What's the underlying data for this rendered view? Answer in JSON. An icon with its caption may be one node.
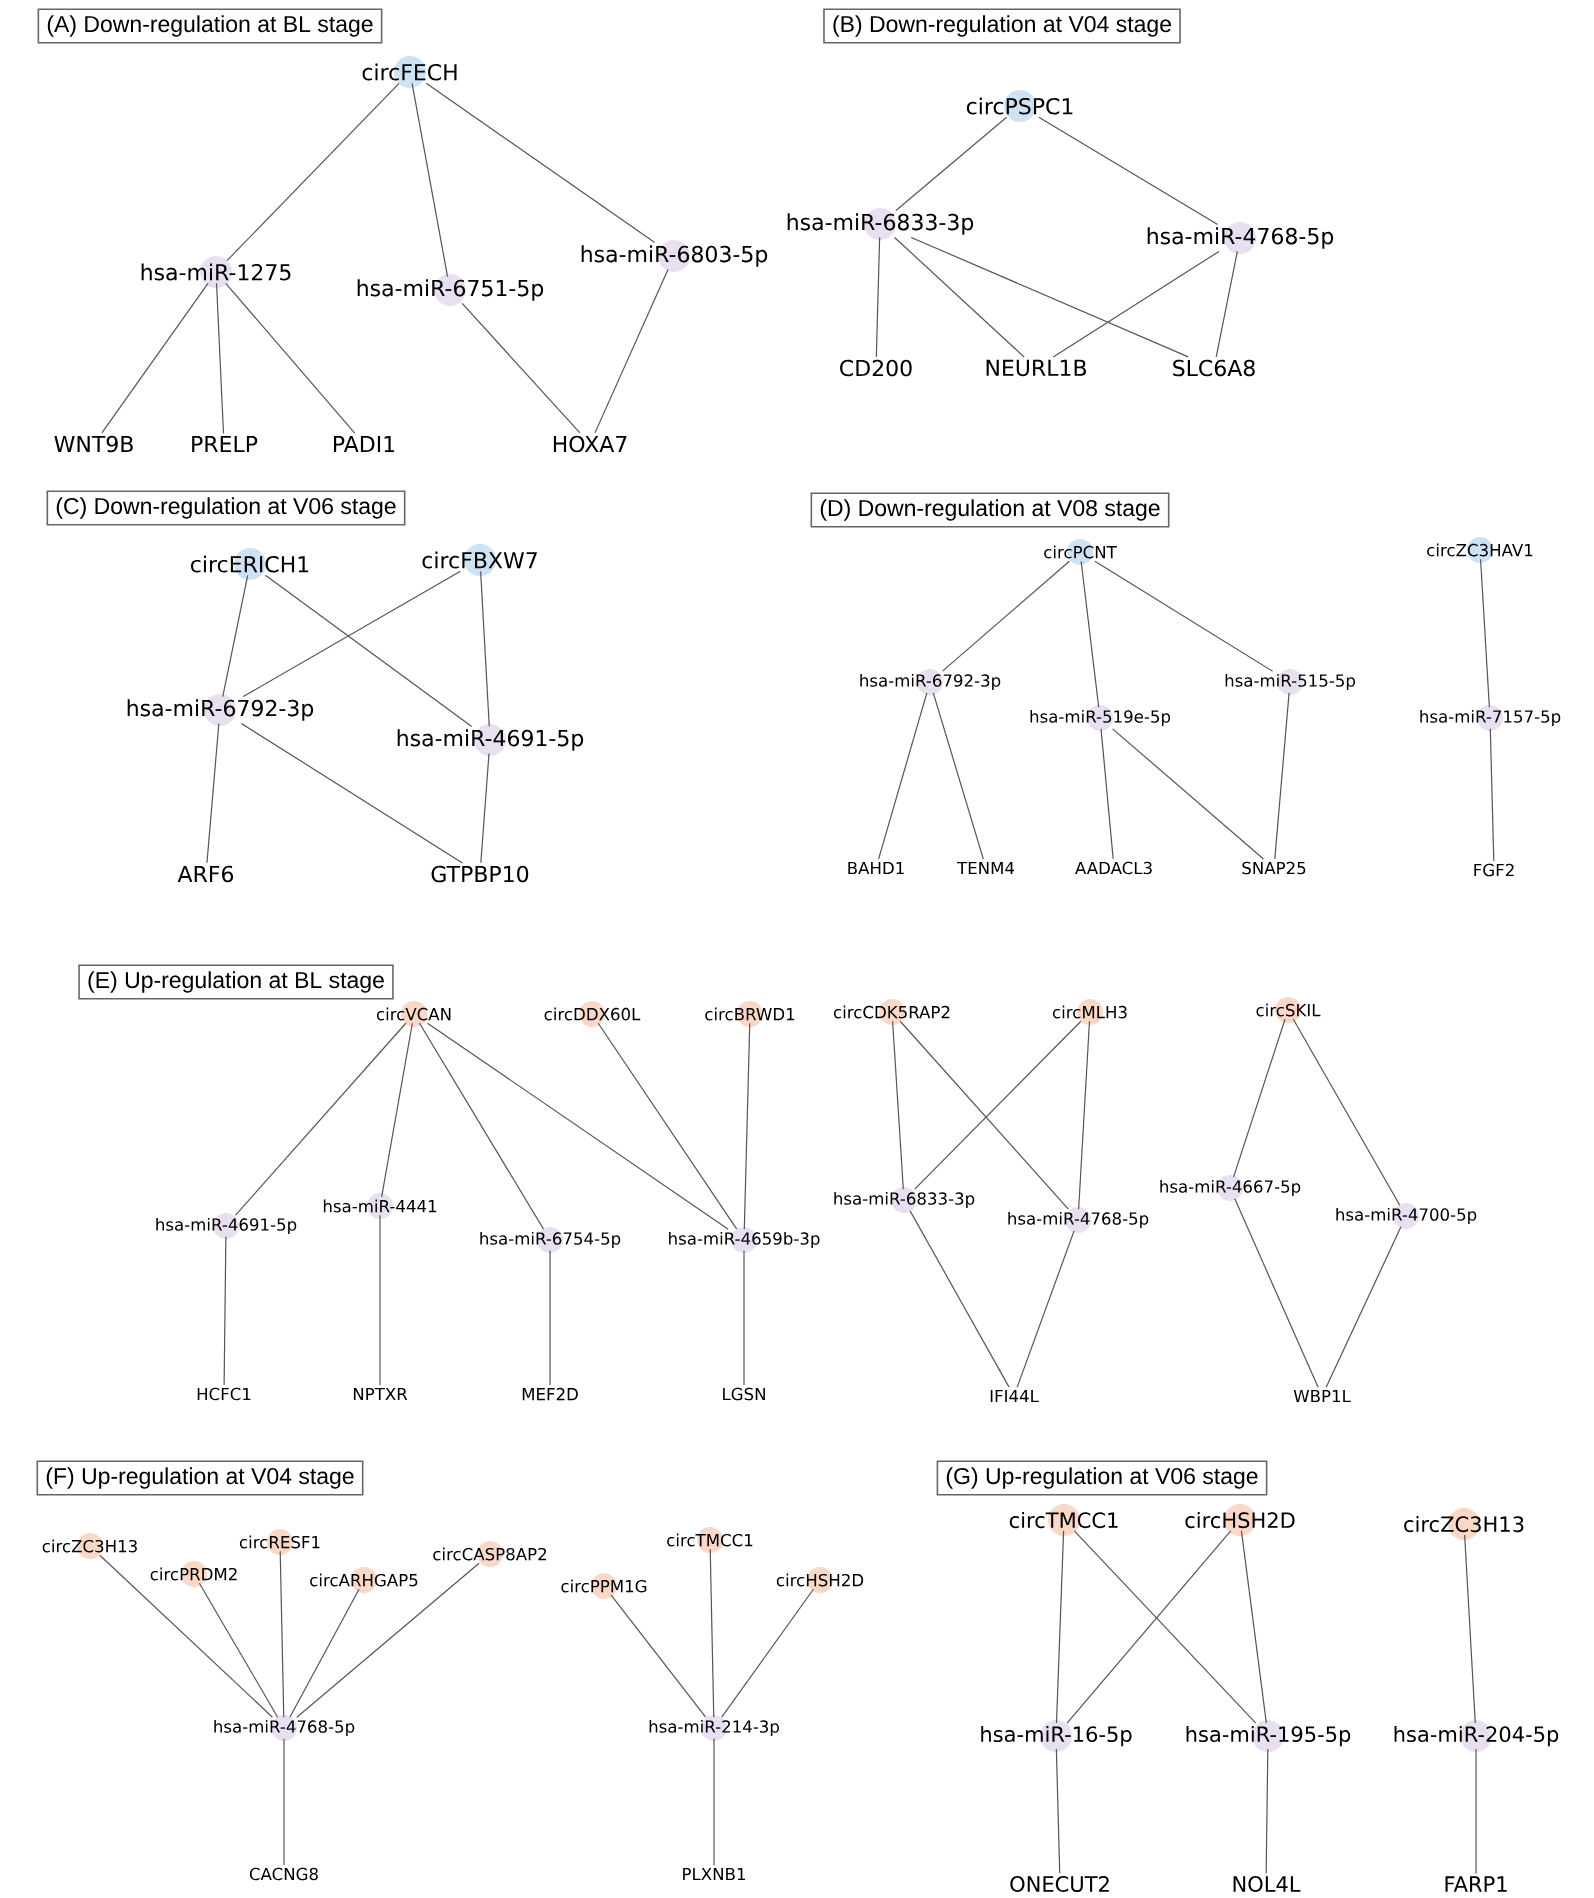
{
  "diagram": {
    "nodes": [
      {
        "text": [
          "(A) Down-regulation at BL stage"
        ]
      },
      {
        "text": [
          "circFECH"
        ]
      },
      {
        "text": [
          "hsa-miR-1275"
        ]
      },
      {
        "text": [
          "hsa-miR-6751-5p"
        ]
      },
      {
        "text": [
          "hsa-miR-6803-5p"
        ]
      },
      {
        "text": [
          "WNT9B"
        ]
      },
      {
        "text": [
          "PRELP"
        ]
      },
      {
        "text": [
          "PADI1"
        ]
      },
      {
        "text": [
          "HOXA7"
        ]
      },
      {
        "text": [
          "(B) Down-regulation at V04 stage"
        ]
      },
      {
        "text": [
          "circPSPC1"
        ]
      },
      {
        "text": [
          "hsa-miR-6833-3p"
        ]
      },
      {
        "text": [
          "hsa-miR-4768-5p"
        ]
      },
      {
        "text": [
          "CD200"
        ]
      },
      {
        "text": [
          "NEURL1B"
        ]
      },
      {
        "text": [
          "SLC6A8"
        ]
      },
      {
        "text": [
          "(C) Down-regulation at V06 stage"
        ]
      },
      {
        "text": [
          "circERICH1"
        ]
      },
      {
        "text": [
          "circFBXW7"
        ]
      },
      {
        "text": [
          "hsa-miR-6792-3p"
        ]
      },
      {
        "text": [
          "hsa-miR-4691-5p"
        ]
      },
      {
        "text": [
          "ARF6"
        ]
      },
      {
        "text": [
          "GTPBP10"
        ]
      },
      {
        "text": [
          "(D) Down-regulation at V08 stage"
        ]
      },
      {
        "text": [
          "circPCNT"
        ]
      },
      {
        "text": [
          "hsa-miR-6792-3p"
        ]
      },
      {
        "text": [
          "hsa-miR-519e-5p"
        ]
      },
      {
        "text": [
          "hsa-miR-515-5p"
        ]
      },
      {
        "text": [
          "BAHD1"
        ]
      },
      {
        "text": [
          "TENM4"
        ]
      },
      {
        "text": [
          "AADACL3"
        ]
      },
      {
        "text": [
          "SNAP25"
        ]
      },
      {
        "text": [
          "circZC3HAV1"
        ]
      },
      {
        "text": [
          "hsa-miR-7157-5p"
        ]
      },
      {
        "text": [
          "FGF2"
        ]
      },
      {
        "text": [
          "(E) Up-regulation at BL stage"
        ]
      },
      {
        "text": [
          "circVCAN"
        ]
      },
      {
        "text": [
          "circDDX60L"
        ]
      },
      {
        "text": [
          "circBRWD1"
        ]
      },
      {
        "text": [
          "hsa-miR-4691-5p"
        ]
      },
      {
        "text": [
          "hsa-miR-4441"
        ]
      },
      {
        "text": [
          "hsa-miR-6754-5p"
        ]
      },
      {
        "text": [
          "hsa-miR-4659b-3p"
        ]
      },
      {
        "text": [
          "HCFC1"
        ]
      },
      {
        "text": [
          "NPTXR"
        ]
      },
      {
        "text": [
          "MEF2D"
        ]
      },
      {
        "text": [
          "LGSN"
        ]
      },
      {
        "text": [
          "circCDK5RAP2"
        ]
      },
      {
        "text": [
          "circMLH3"
        ]
      },
      {
        "text": [
          "hsa-miR-6833-3p"
        ]
      },
      {
        "text": [
          "hsa-miR-4768-5p"
        ]
      },
      {
        "text": [
          "IFI44L"
        ]
      },
      {
        "text": [
          "circSKIL"
        ]
      },
      {
        "text": [
          "hsa-miR-4667-5p"
        ]
      },
      {
        "text": [
          "hsa-miR-4700-5p"
        ]
      },
      {
        "text": [
          "WBP1L"
        ]
      },
      {
        "text": [
          "(F) Up-regulation at V04 stage"
        ]
      },
      {
        "text": [
          "circZC3H13"
        ]
      },
      {
        "text": [
          "circPRDM2"
        ]
      },
      {
        "text": [
          "circRESF1"
        ]
      },
      {
        "text": [
          "circARHGAP5"
        ]
      },
      {
        "text": [
          "circCASP8AP2"
        ]
      },
      {
        "text": [
          "hsa-miR-4768-5p"
        ]
      },
      {
        "text": [
          "CACNG8"
        ]
      },
      {
        "text": [
          "circTMCC1"
        ]
      },
      {
        "text": [
          "circPPM1G"
        ]
      },
      {
        "text": [
          "circHSH2D"
        ]
      },
      {
        "text": [
          "hsa-miR-214-3p"
        ]
      },
      {
        "text": [
          "PLXNB1"
        ]
      },
      {
        "text": [
          "(G) Up-regulation at V06 stage"
        ]
      },
      {
        "text": [
          "circTMCC1"
        ]
      },
      {
        "text": [
          "circHSH2D"
        ]
      },
      {
        "text": [
          "circZC3H13"
        ]
      },
      {
        "text": [
          "hsa-miR-16-5p"
        ]
      },
      {
        "text": [
          "hsa-miR-195-5p"
        ]
      },
      {
        "text": [
          "hsa-miR-204-5p"
        ]
      },
      {
        "text": [
          "ONECUT2"
        ]
      },
      {
        "text": [
          "NOL4L"
        ]
      },
      {
        "text": [
          "FARP1"
        ]
      }
    ],
    "edges": [
      {
        "from": 1,
        "to": 2,
        "arrow": "none"
      },
      {
        "from": 1,
        "to": 3,
        "arrow": "none"
      },
      {
        "from": 1,
        "to": 4,
        "arrow": "none"
      },
      {
        "from": 2,
        "to": 5,
        "arrow": "none"
      },
      {
        "from": 2,
        "to": 6,
        "arrow": "none"
      },
      {
        "from": 2,
        "to": 7,
        "arrow": "none"
      },
      {
        "from": 3,
        "to": 8,
        "arrow": "none"
      },
      {
        "from": 4,
        "to": 8,
        "arrow": "none"
      },
      {
        "from": 10,
        "to": 11,
        "arrow": "none"
      },
      {
        "from": 10,
        "to": 12,
        "arrow": "none"
      },
      {
        "from": 11,
        "to": 13,
        "arrow": "none"
      },
      {
        "from": 11,
        "to": 14,
        "arrow": "none"
      },
      {
        "from": 11,
        "to": 15,
        "arrow": "none"
      },
      {
        "from": 12,
        "to": 14,
        "arrow": "none"
      },
      {
        "from": 12,
        "to": 15,
        "arrow": "none"
      },
      {
        "from": 17,
        "to": 19,
        "arrow": "none"
      },
      {
        "from": 17,
        "to": 20,
        "arrow": "none"
      },
      {
        "from": 18,
        "to": 19,
        "arrow": "none"
      },
      {
        "from": 18,
        "to": 20,
        "arrow": "none"
      },
      {
        "from": 19,
        "to": 21,
        "arrow": "none"
      },
      {
        "from": 19,
        "to": 22,
        "arrow": "none"
      },
      {
        "from": 20,
        "to": 22,
        "arrow": "none"
      },
      {
        "from": 24,
        "to": 25,
        "arrow": "none"
      },
      {
        "from": 24,
        "to": 26,
        "arrow": "none"
      },
      {
        "from": 24,
        "to": 27,
        "arrow": "none"
      },
      {
        "from": 25,
        "to": 28,
        "arrow": "none"
      },
      {
        "from": 25,
        "to": 29,
        "arrow": "none"
      },
      {
        "from": 26,
        "to": 30,
        "arrow": "none"
      },
      {
        "from": 26,
        "to": 31,
        "arrow": "none"
      },
      {
        "from": 27,
        "to": 31,
        "arrow": "none"
      },
      {
        "from": 32,
        "to": 33,
        "arrow": "none"
      },
      {
        "from": 33,
        "to": 34,
        "arrow": "none"
      },
      {
        "from": 36,
        "to": 39,
        "arrow": "none"
      },
      {
        "from": 36,
        "to": 40,
        "arrow": "none"
      },
      {
        "from": 36,
        "to": 41,
        "arrow": "none"
      },
      {
        "from": 36,
        "to": 42,
        "arrow": "none"
      },
      {
        "from": 37,
        "to": 42,
        "arrow": "none"
      },
      {
        "from": 38,
        "to": 42,
        "arrow": "none"
      },
      {
        "from": 39,
        "to": 43,
        "arrow": "none"
      },
      {
        "from": 40,
        "to": 44,
        "arrow": "none"
      },
      {
        "from": 41,
        "to": 45,
        "arrow": "none"
      },
      {
        "from": 42,
        "to": 46,
        "arrow": "none"
      },
      {
        "from": 47,
        "to": 49,
        "arrow": "none"
      },
      {
        "from": 47,
        "to": 50,
        "arrow": "none"
      },
      {
        "from": 48,
        "to": 49,
        "arrow": "none"
      },
      {
        "from": 48,
        "to": 50,
        "arrow": "none"
      },
      {
        "from": 49,
        "to": 51,
        "arrow": "none"
      },
      {
        "from": 50,
        "to": 51,
        "arrow": "none"
      },
      {
        "from": 52,
        "to": 53,
        "arrow": "none"
      },
      {
        "from": 52,
        "to": 54,
        "arrow": "none"
      },
      {
        "from": 53,
        "to": 55,
        "arrow": "none"
      },
      {
        "from": 54,
        "to": 55,
        "arrow": "none"
      },
      {
        "from": 57,
        "to": 62,
        "arrow": "none"
      },
      {
        "from": 58,
        "to": 62,
        "arrow": "none"
      },
      {
        "from": 59,
        "to": 62,
        "arrow": "none"
      },
      {
        "from": 60,
        "to": 62,
        "arrow": "none"
      },
      {
        "from": 61,
        "to": 62,
        "arrow": "none"
      },
      {
        "from": 62,
        "to": 63,
        "arrow": "none"
      },
      {
        "from": 64,
        "to": 67,
        "arrow": "none"
      },
      {
        "from": 65,
        "to": 67,
        "arrow": "none"
      },
      {
        "from": 66,
        "to": 67,
        "arrow": "none"
      },
      {
        "from": 67,
        "to": 68,
        "arrow": "none"
      },
      {
        "from": 70,
        "to": 73,
        "arrow": "none"
      },
      {
        "from": 70,
        "to": 74,
        "arrow": "none"
      },
      {
        "from": 71,
        "to": 73,
        "arrow": "none"
      },
      {
        "from": 71,
        "to": 74,
        "arrow": "none"
      },
      {
        "from": 72,
        "to": 75,
        "arrow": "none"
      },
      {
        "from": 73,
        "to": 76,
        "arrow": "none"
      },
      {
        "from": 74,
        "to": 77,
        "arrow": "none"
      },
      {
        "from": 75,
        "to": 78,
        "arrow": "none"
      }
    ]
  }
}
